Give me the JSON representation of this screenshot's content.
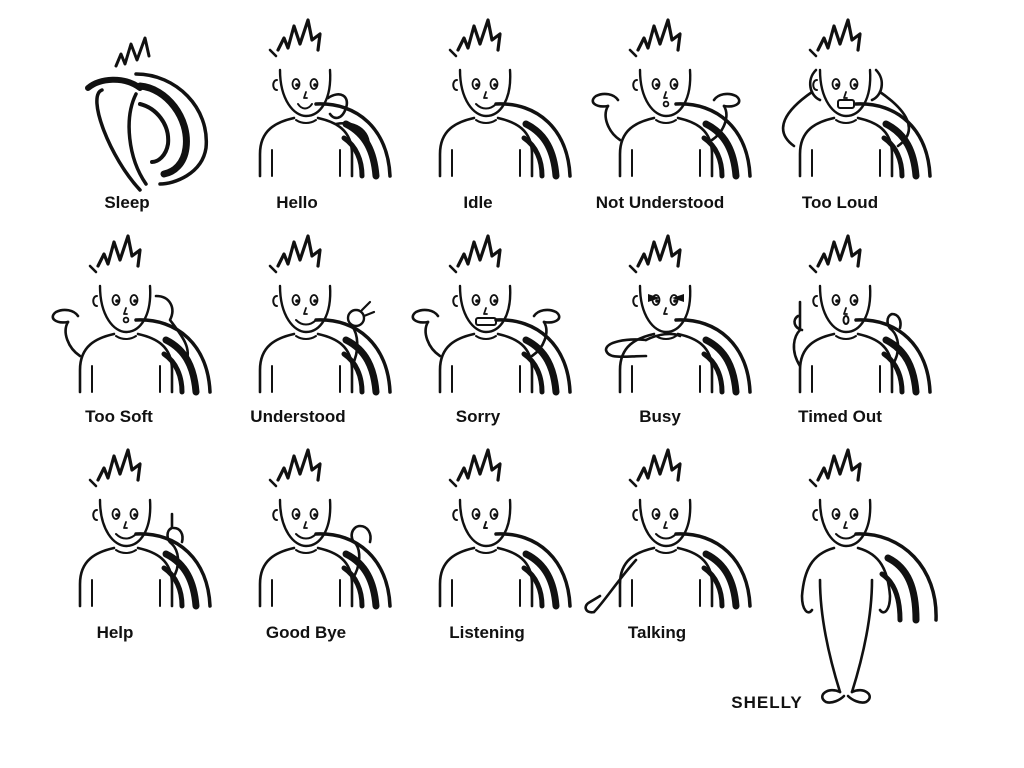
{
  "sheet": {
    "character_name": "SHELLY",
    "ink_color": "#111111",
    "background_color": "#ffffff",
    "poses": [
      {
        "label": "Sleep",
        "icon": "sleep-shell-icon"
      },
      {
        "label": "Hello",
        "icon": "hello-wave-icon"
      },
      {
        "label": "Idle",
        "icon": "idle-icon"
      },
      {
        "label": "Not Understood",
        "icon": "shrug-icon"
      },
      {
        "label": "Too Loud",
        "icon": "covering-ears-icon"
      },
      {
        "label": "Too Soft",
        "icon": "hand-to-ear-icon"
      },
      {
        "label": "Understood",
        "icon": "ok-wink-icon"
      },
      {
        "label": "Sorry",
        "icon": "shrug-teeth-icon"
      },
      {
        "label": "Busy",
        "icon": "stop-hand-icon"
      },
      {
        "label": "Timed Out",
        "icon": "finger-up-icon"
      },
      {
        "label": "Help",
        "icon": "raised-finger-icon"
      },
      {
        "label": "Good Bye",
        "icon": "wave-icon"
      },
      {
        "label": "Listening",
        "icon": "listening-icon"
      },
      {
        "label": "Talking",
        "icon": "talking-point-icon"
      }
    ]
  }
}
